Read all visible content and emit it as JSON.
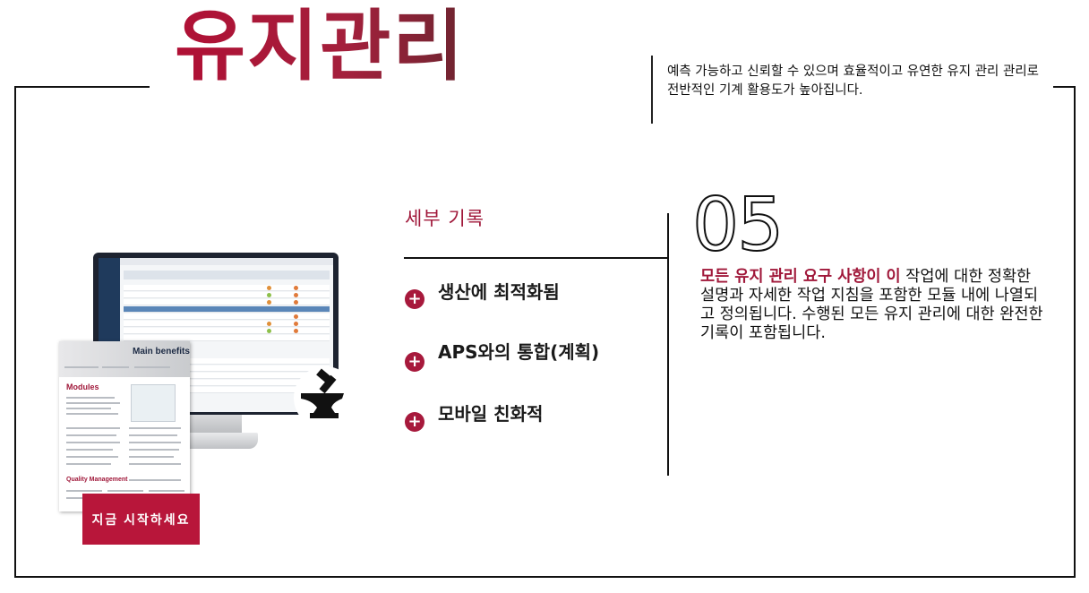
{
  "page": {
    "title": "유지관리",
    "tagline": "예측 가능하고 신뢰할 수 있으며 효율적이고 유연한 유지 관리 관리로 전반적인 기계 활용도가 높아집니다."
  },
  "details": {
    "section_label": "세부 기록",
    "features": [
      {
        "label": "생산에 최적화됨",
        "icon": "plus-circle-icon"
      },
      {
        "label": "APS와의 통합(계획)",
        "icon": "plus-circle-icon"
      },
      {
        "label": "모바일 친화적",
        "icon": "plus-circle-icon"
      }
    ]
  },
  "step": {
    "number": "05",
    "highlight": "모든 유지 관리 요구 사항이 이",
    "body": " 작업에 대한 정확한 설명과 자세한 작업 지침을 포함한 모듈 내에 나열되고 정의됩니다. 수행된 모든 유지 관리에 대한 완전한 기록이 포함됩니다."
  },
  "cta": {
    "label": "지금 시작하세요"
  },
  "brochure": {
    "main_benefits": "Main benefits",
    "modules": "Modules",
    "quality_management": "Quality Management"
  },
  "colors": {
    "accent": "#a7193c",
    "cta": "#b8163a",
    "text": "#111111"
  },
  "icons": {
    "anvil": "anvil-hammer-icon"
  }
}
